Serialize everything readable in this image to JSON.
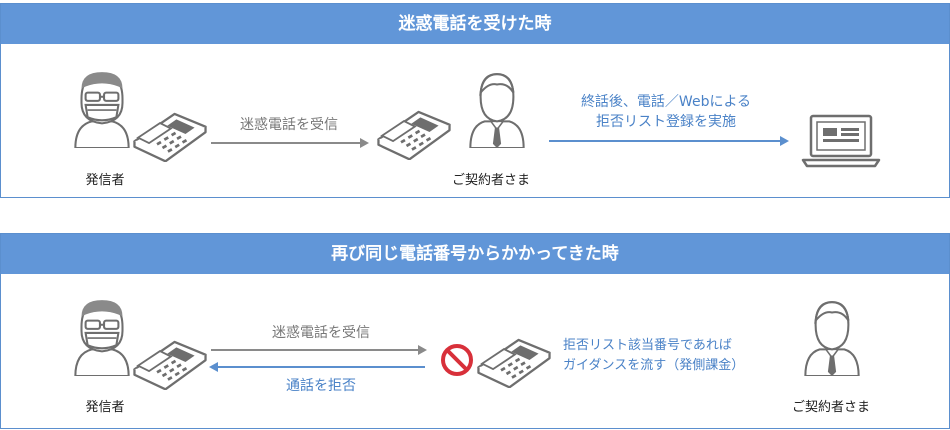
{
  "panel1": {
    "title": "迷惑電話を受けた時",
    "caller_label": "発信者",
    "arrow1_label": "迷惑電話を受信",
    "receiver_label": "ご契約者さま",
    "arrow2_label_line1": "終話後、電話／Webによる",
    "arrow2_label_line2": "拒否リスト登録を実施"
  },
  "panel2": {
    "title": "再び同じ電話番号からかかってきた時",
    "caller_label": "発信者",
    "arrow_in_label": "迷惑電話を受信",
    "arrow_back_label": "通話を拒否",
    "guidance_line1": "拒否リスト該当番号であれば",
    "guidance_line2": "ガイダンスを流す（発側課金）",
    "receiver_label": "ご契約者さま"
  },
  "colors": {
    "header": "#6196d8",
    "accent_blue": "#4a82c7",
    "block_red": "#d8303a"
  }
}
